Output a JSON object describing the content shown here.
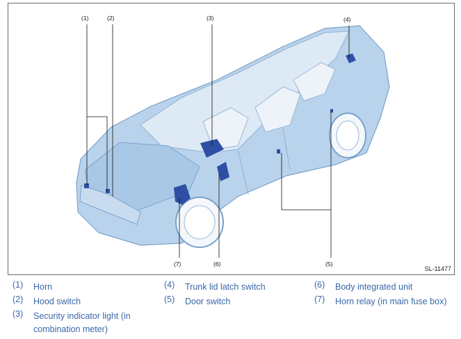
{
  "figure_id": "SL-11477",
  "callouts": [
    "(1)",
    "(2)",
    "(3)",
    "(4)",
    "(5)",
    "(6)",
    "(7)"
  ],
  "legend": [
    {
      "num": "(1)",
      "text": "Horn"
    },
    {
      "num": "(2)",
      "text": "Hood switch"
    },
    {
      "num": "(3)",
      "text": "Security indicator light (in"
    },
    {
      "num": "(4)",
      "text": "Trunk lid latch switch"
    },
    {
      "num": "(5)",
      "text": "Door switch"
    },
    {
      "num": "(6)",
      "text": "Body integrated unit"
    },
    {
      "num": "(7)",
      "text": "Horn relay (in main fuse box)"
    }
  ],
  "legend_3_line2": "combination meter)",
  "colors": {
    "car_body": "#b9d3ec",
    "component": "#2e4fa3",
    "legend_text": "#3a67a8",
    "frame": "#6b6b6b"
  }
}
